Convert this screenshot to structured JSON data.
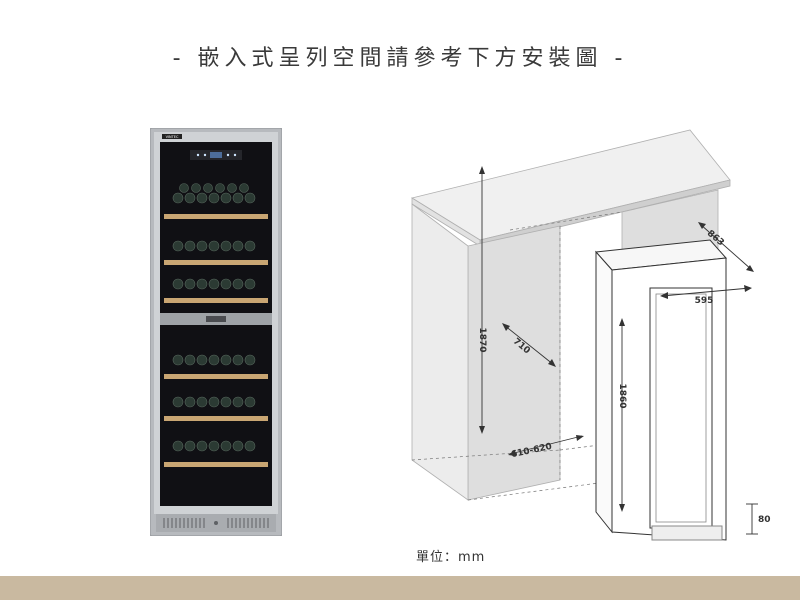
{
  "header": {
    "title": "- 嵌入式呈列空間請參考下方安裝圖 -"
  },
  "product": {
    "brand_label": "VINTEC"
  },
  "dimensions": {
    "cabinet_height": "1870",
    "cabinet_depth": "710",
    "opening_width": "610-620",
    "overall_depth": "863",
    "unit_width": "595",
    "unit_height": "1860",
    "plinth_height": "80"
  },
  "footer": {
    "unit_label": "單位：mm"
  },
  "colors": {
    "footer_bar": "#c9b9a0",
    "shelf_wood": "#c9a673",
    "steel": "#b9bcc0"
  }
}
